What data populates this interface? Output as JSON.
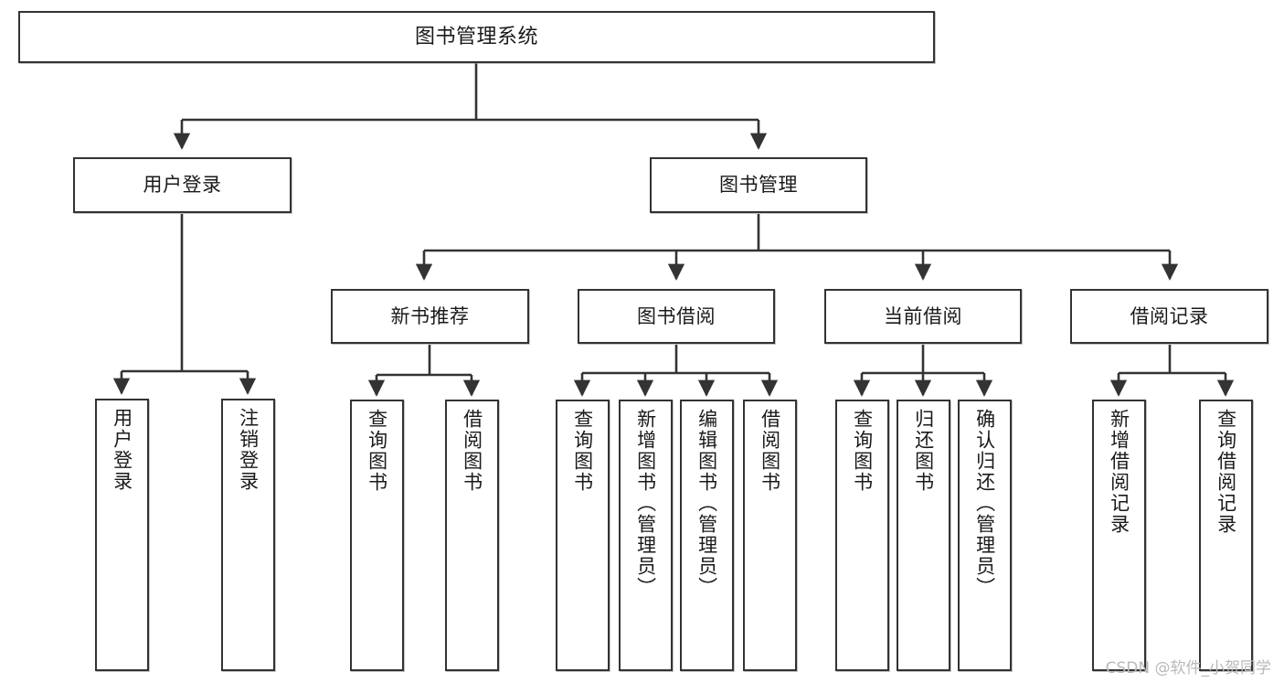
{
  "diagram": {
    "type": "tree-hierarchy",
    "title": "图书管理系统",
    "watermark": "CSDN @软件_小贺同学",
    "colors": {
      "box_border": "#333333",
      "box_fill": "#ffffff",
      "connector": "#333333",
      "text": "#1a1a1a",
      "watermark": "#b9b9b9",
      "background": "#ffffff"
    },
    "nodes": {
      "root": {
        "label": "图书管理系统",
        "level": 1,
        "orientation": "horizontal"
      },
      "l2": [
        {
          "id": "user-login",
          "label": "用户登录",
          "level": 2,
          "orientation": "horizontal"
        },
        {
          "id": "book-manage",
          "label": "图书管理",
          "level": 2,
          "orientation": "horizontal"
        }
      ],
      "l3": [
        {
          "id": "new-book-recommend",
          "label": "新书推荐",
          "level": 3,
          "orientation": "horizontal"
        },
        {
          "id": "book-borrow",
          "label": "图书借阅",
          "level": 3,
          "orientation": "horizontal"
        },
        {
          "id": "current-borrow",
          "label": "当前借阅",
          "level": 3,
          "orientation": "horizontal"
        },
        {
          "id": "borrow-record",
          "label": "借阅记录",
          "level": 3,
          "orientation": "horizontal"
        }
      ],
      "leaves": [
        {
          "id": "leaf-user-login",
          "label": "用户登录",
          "parent": "user-login",
          "orientation": "vertical"
        },
        {
          "id": "leaf-logout-login",
          "label": "注销登录",
          "parent": "user-login",
          "orientation": "vertical"
        },
        {
          "id": "leaf-query-book-1",
          "label": "查询图书",
          "parent": "new-book-recommend",
          "orientation": "vertical"
        },
        {
          "id": "leaf-borrow-book-1",
          "label": "借阅图书",
          "parent": "new-book-recommend",
          "orientation": "vertical"
        },
        {
          "id": "leaf-query-book-2",
          "label": "查询图书",
          "parent": "book-borrow",
          "orientation": "vertical"
        },
        {
          "id": "leaf-add-book-admin",
          "label": "新增图书（管理员）",
          "parent": "book-borrow",
          "orientation": "vertical"
        },
        {
          "id": "leaf-edit-book-admin",
          "label": "编辑图书（管理员）",
          "parent": "book-borrow",
          "orientation": "vertical"
        },
        {
          "id": "leaf-borrow-book-2",
          "label": "借阅图书",
          "parent": "book-borrow",
          "orientation": "vertical"
        },
        {
          "id": "leaf-query-book-3",
          "label": "查询图书",
          "parent": "current-borrow",
          "orientation": "vertical"
        },
        {
          "id": "leaf-return-book",
          "label": "归还图书",
          "parent": "current-borrow",
          "orientation": "vertical"
        },
        {
          "id": "leaf-confirm-return-admin",
          "label": "确认归还（管理员）",
          "parent": "current-borrow",
          "orientation": "vertical"
        },
        {
          "id": "leaf-add-borrow-record",
          "label": "新增借阅记录",
          "parent": "borrow-record",
          "orientation": "vertical"
        },
        {
          "id": "leaf-query-borrow-record",
          "label": "查询借阅记录",
          "parent": "borrow-record",
          "orientation": "vertical"
        }
      ]
    }
  }
}
